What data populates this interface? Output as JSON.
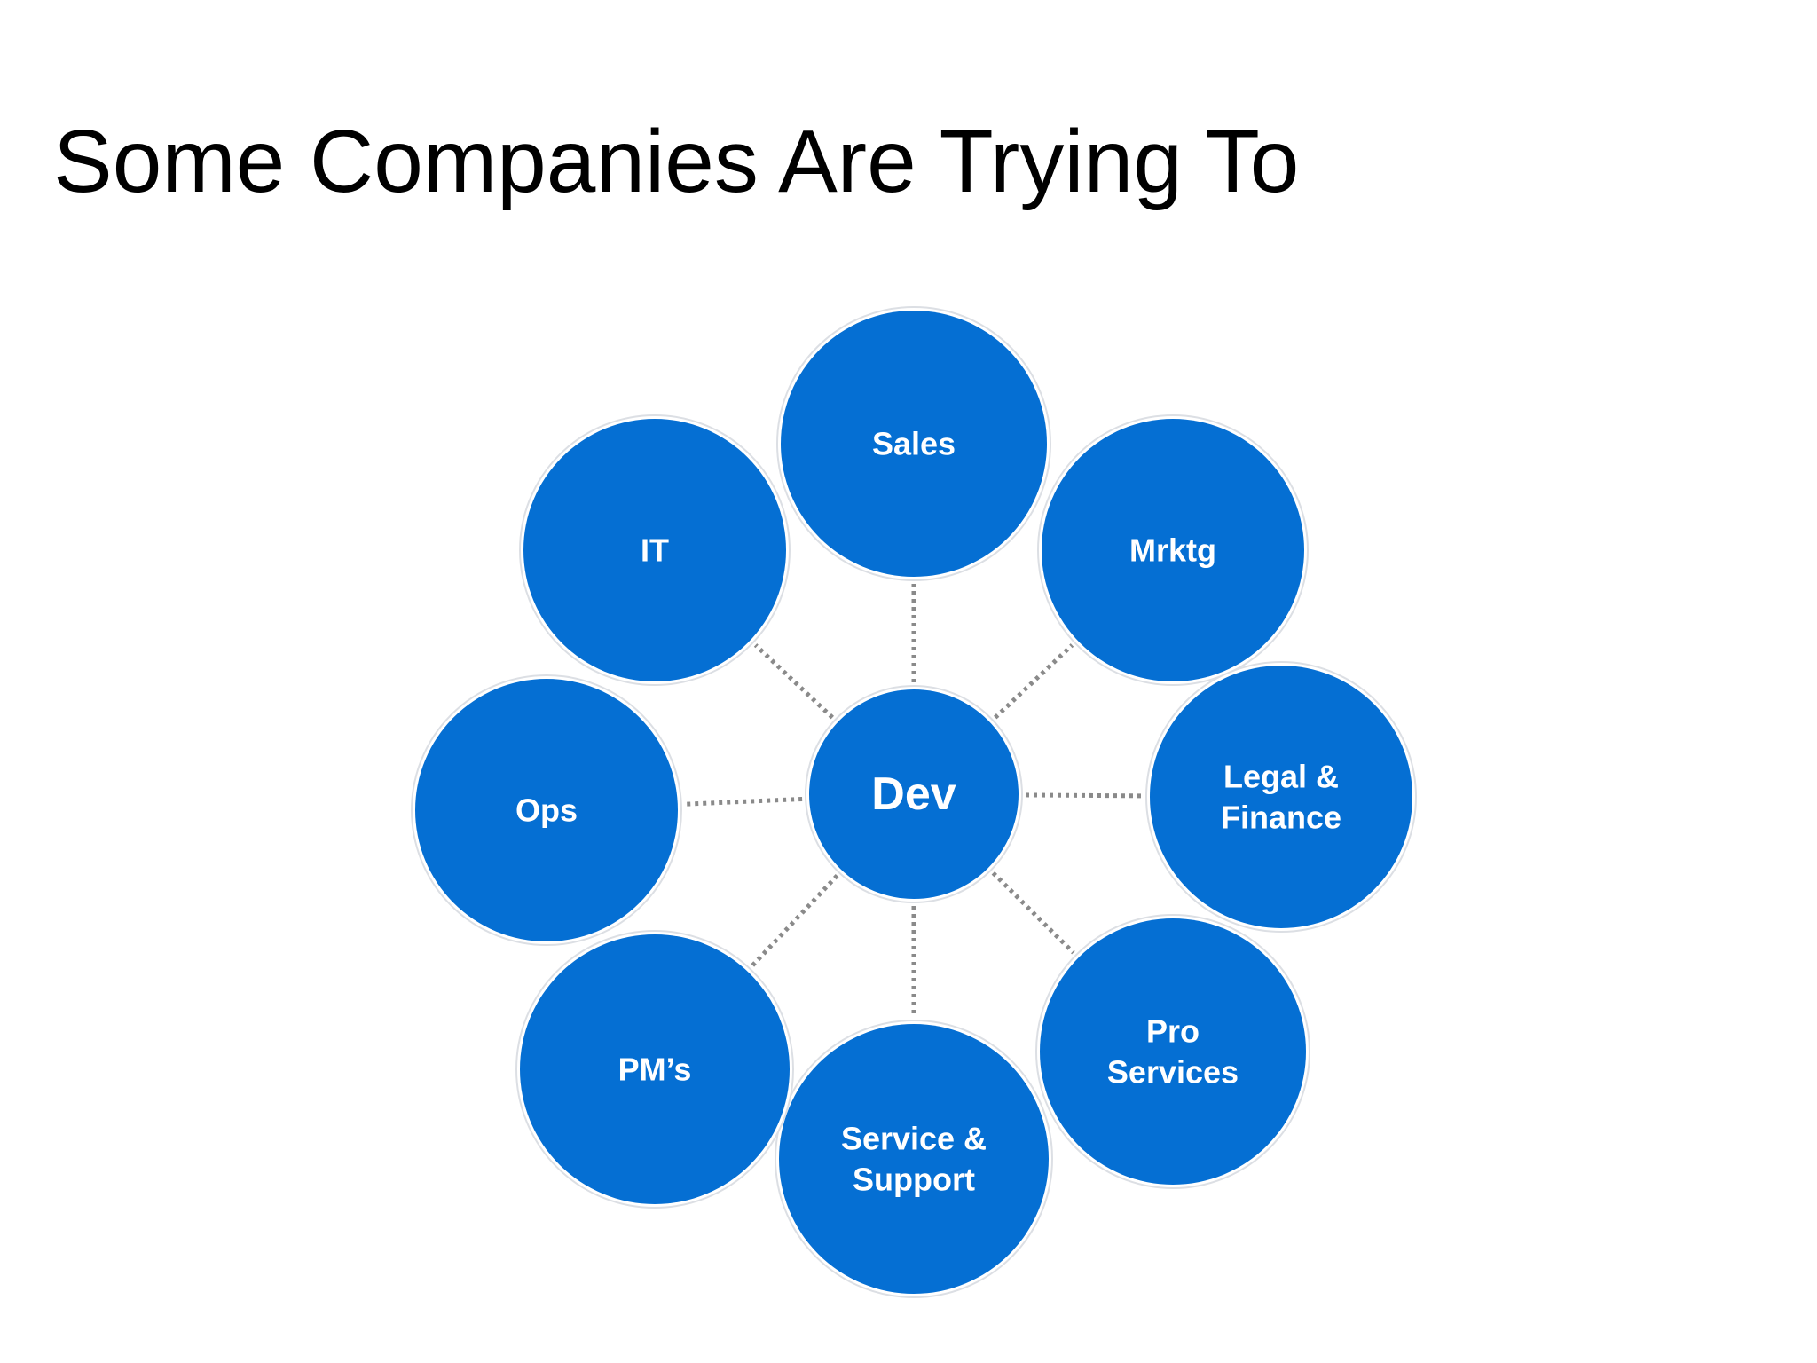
{
  "title": "Some Companies Are Trying To",
  "colors": {
    "node_fill": "#056fd3",
    "node_ring": "#dcdfe4",
    "connector": "#8a8a8a",
    "label": "#ffffff"
  },
  "diagram": {
    "center": {
      "id": "dev",
      "lines": [
        "Dev"
      ]
    },
    "satellites": [
      {
        "id": "sales",
        "lines": [
          "Sales"
        ]
      },
      {
        "id": "mrktg",
        "lines": [
          "Mrktg"
        ]
      },
      {
        "id": "legal-finance",
        "lines": [
          "Legal &",
          "Finance"
        ]
      },
      {
        "id": "pro-services",
        "lines": [
          "Pro",
          "Services"
        ]
      },
      {
        "id": "service-support",
        "lines": [
          "Service &",
          "Support"
        ]
      },
      {
        "id": "pms",
        "lines": [
          "PM’s"
        ]
      },
      {
        "id": "ops",
        "lines": [
          "Ops"
        ]
      },
      {
        "id": "it",
        "lines": [
          "IT"
        ]
      }
    ]
  }
}
